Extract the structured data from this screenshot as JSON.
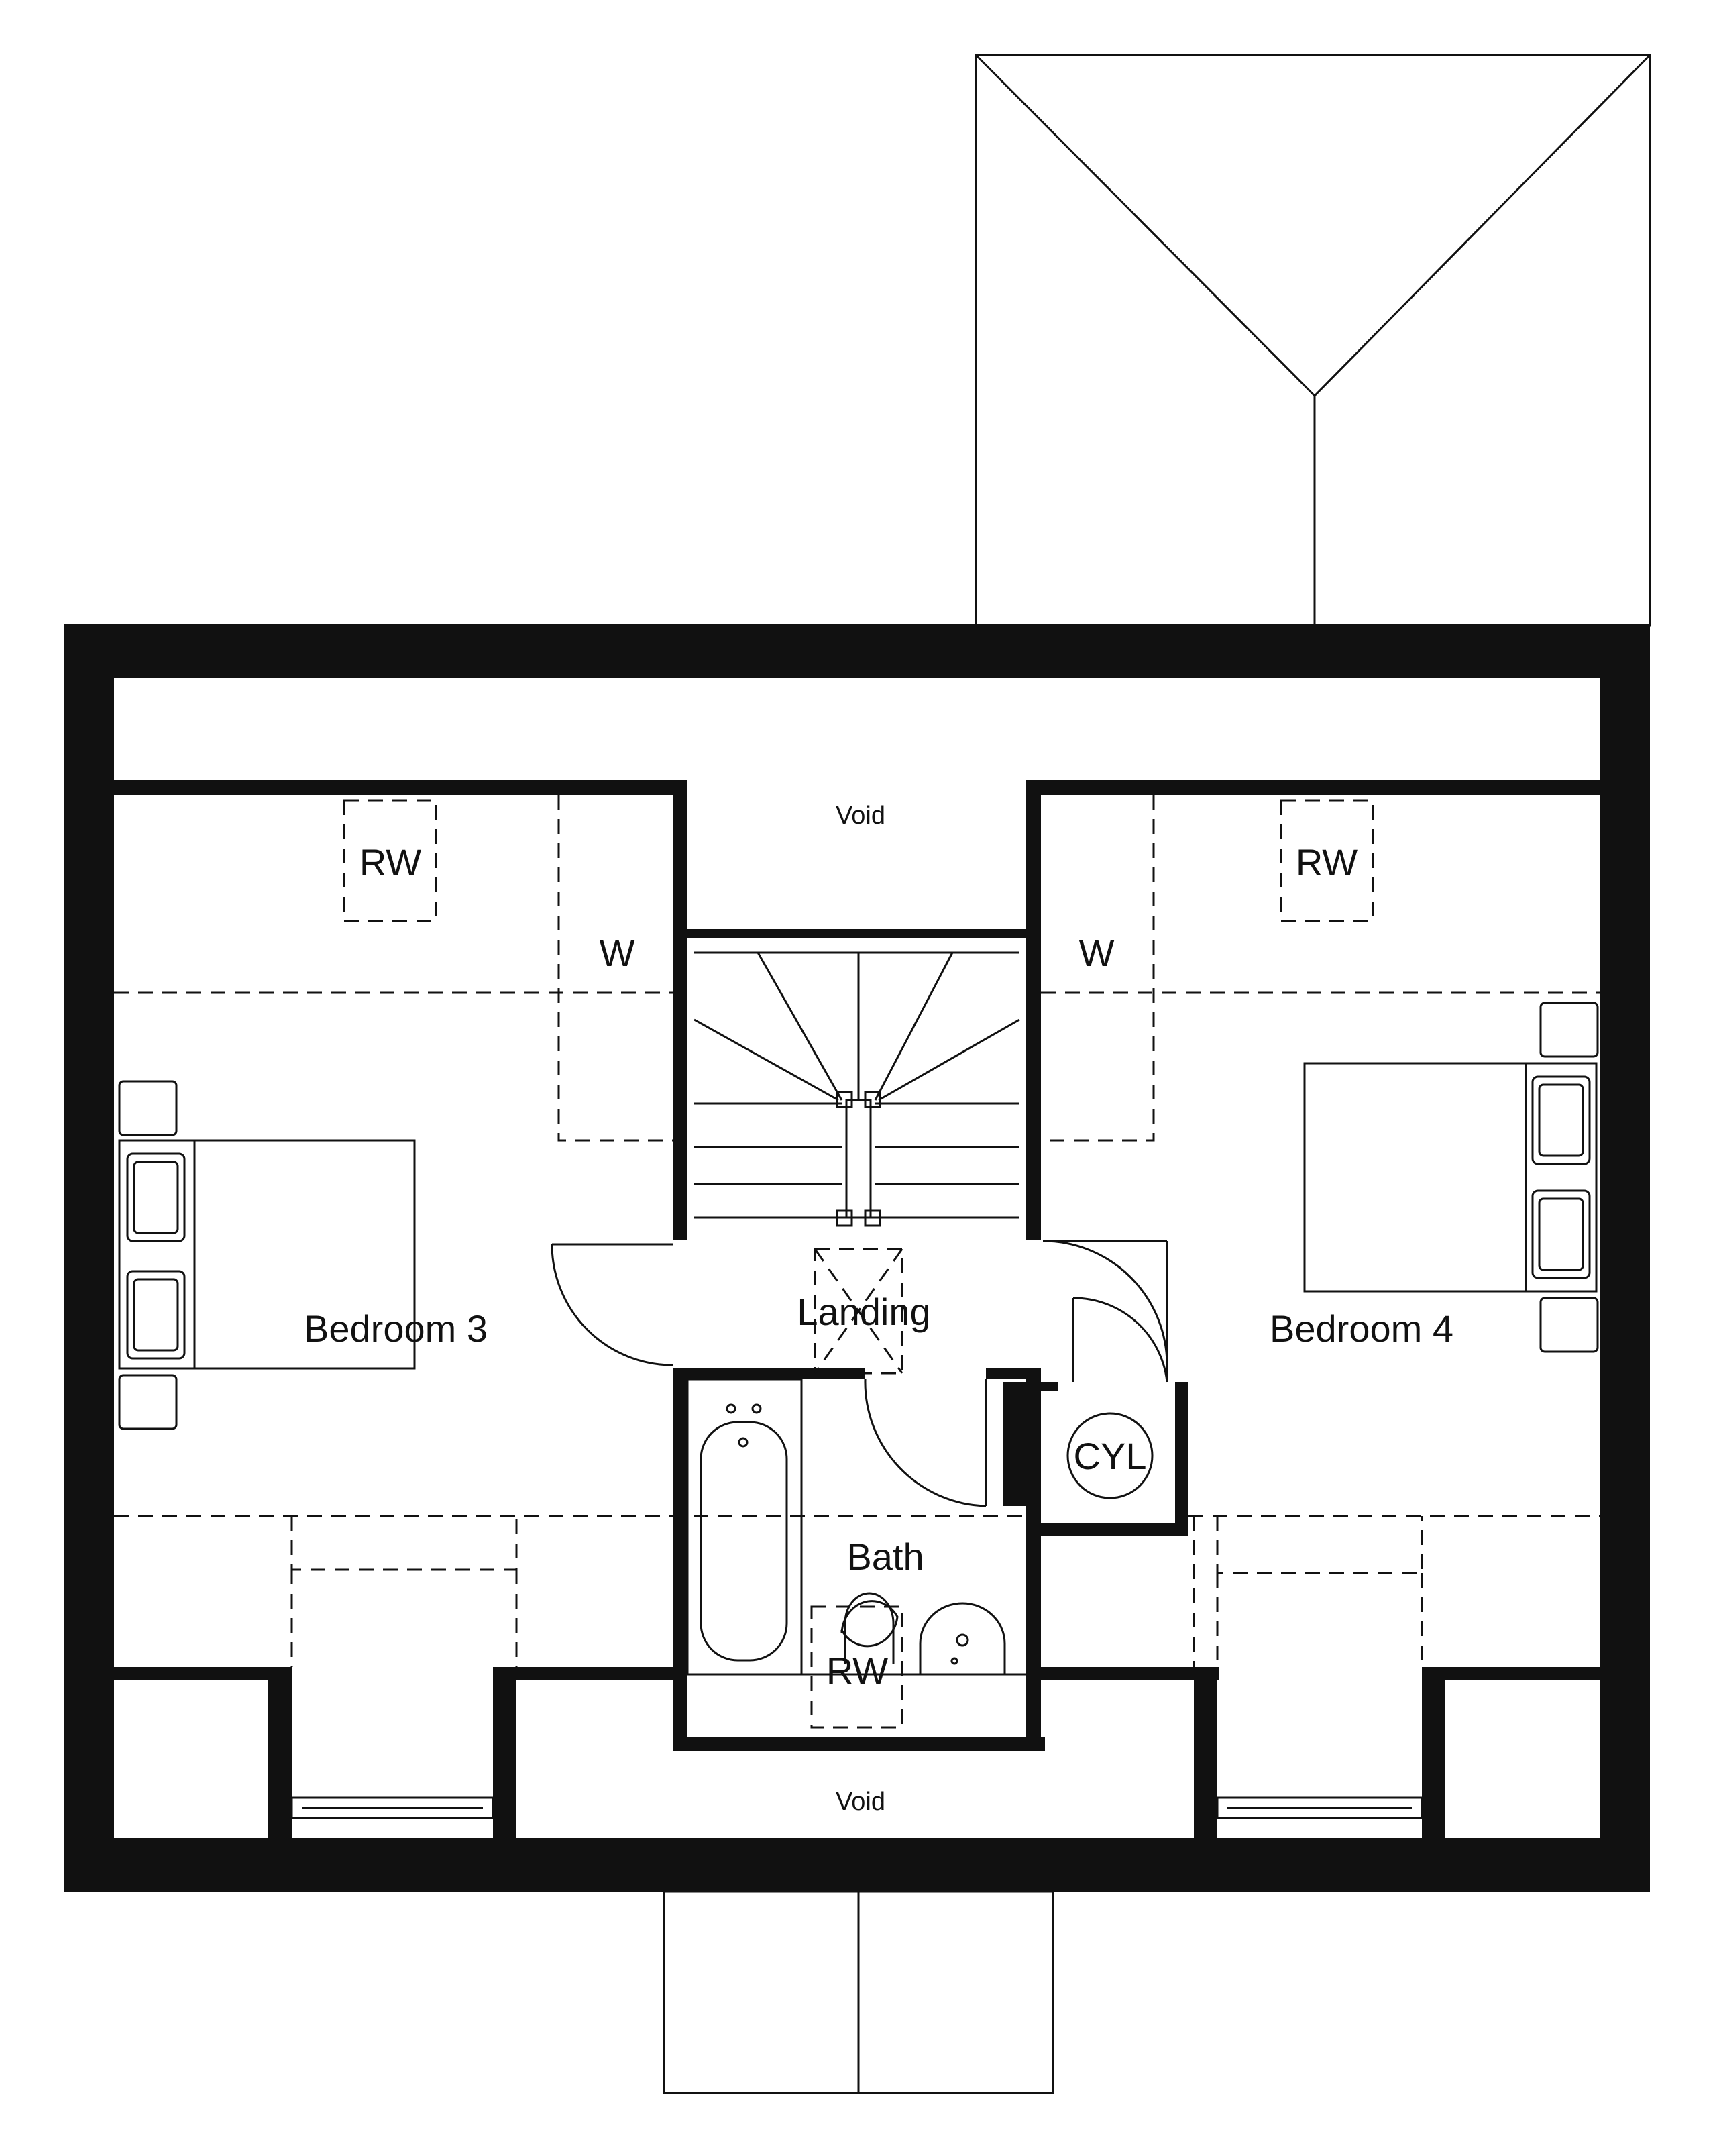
{
  "labels": {
    "bedroom3": "Bedroom 3",
    "bedroom4": "Bedroom 4",
    "landing": "Landing",
    "bath": "Bath",
    "void_top": "Void",
    "void_bottom": "Void",
    "rw_bedroom3": "RW",
    "rw_bedroom4": "RW",
    "rw_bath": "RW",
    "wardrobe_left": "W",
    "wardrobe_right": "W",
    "cylinder": "CYL"
  }
}
